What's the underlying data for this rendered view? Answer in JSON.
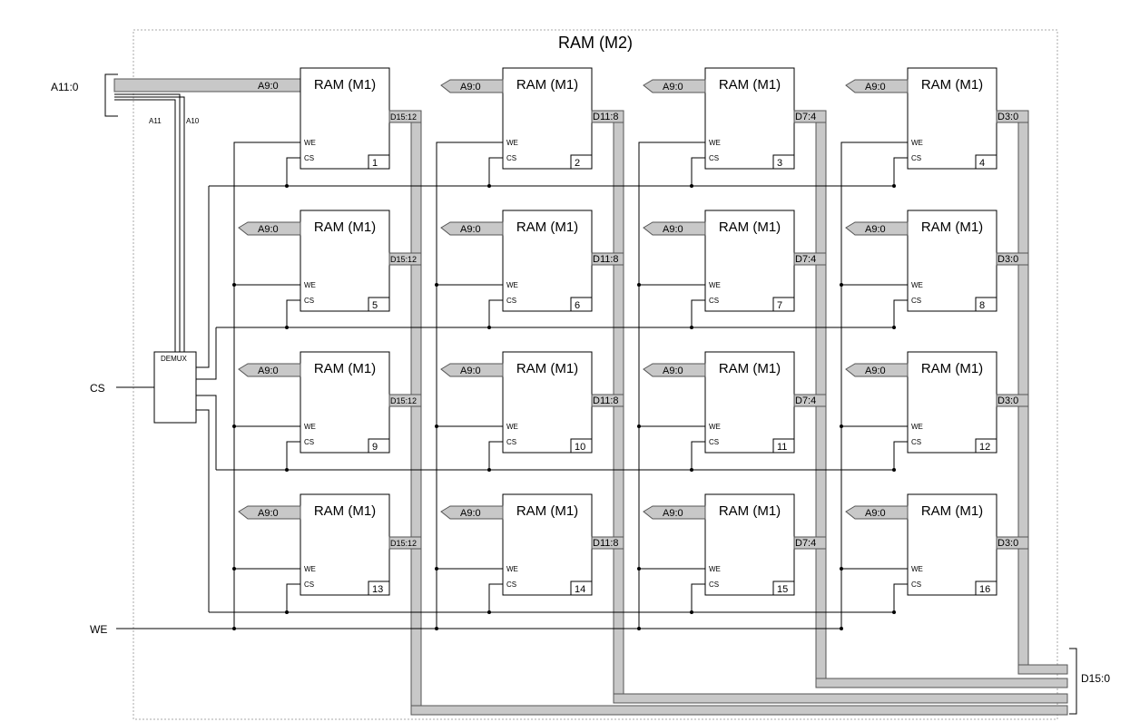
{
  "title": "RAM (M2)",
  "external": {
    "address_in": "A11:0",
    "a11": "A11",
    "a10": "A10",
    "cs": "CS",
    "we": "WE",
    "data_out": "D15:0"
  },
  "demux_label": "DEMUX",
  "chip": {
    "title": "RAM (M1)",
    "addr": "A9:0",
    "we": "WE",
    "cs": "CS"
  },
  "columns": [
    {
      "data": "D15:12"
    },
    {
      "data": "D11:8"
    },
    {
      "data": "D7:4"
    },
    {
      "data": "D3:0"
    }
  ],
  "chips": [
    {
      "n": "1"
    },
    {
      "n": "2"
    },
    {
      "n": "3"
    },
    {
      "n": "4"
    },
    {
      "n": "5"
    },
    {
      "n": "6"
    },
    {
      "n": "7"
    },
    {
      "n": "8"
    },
    {
      "n": "9"
    },
    {
      "n": "10"
    },
    {
      "n": "11"
    },
    {
      "n": "12"
    },
    {
      "n": "13"
    },
    {
      "n": "14"
    },
    {
      "n": "15"
    },
    {
      "n": "16"
    }
  ]
}
